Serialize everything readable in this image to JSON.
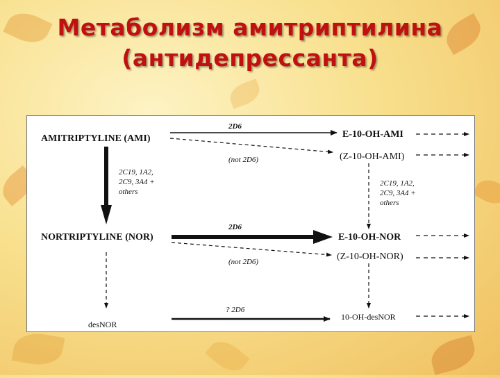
{
  "title": {
    "line1": "Метаболизм амитриптилина",
    "line2": "(антидепрессанта)"
  },
  "diagram": {
    "ami": "AMITRIPTYLINE (AMI)",
    "nor": "NORTRIPTYLINE (NOR)",
    "desnor": "desNOR",
    "e_oh_ami": "E-10-OH-AMI",
    "z_oh_ami": "(Z-10-OH-AMI)",
    "e_oh_nor": "E-10-OH-NOR",
    "z_oh_nor": "(Z-10-OH-NOR)",
    "oh_desnor": "10-OH-desNOR",
    "enzyme_2d6_top": "2D6",
    "not_2d6_top": "(not 2D6)",
    "enzyme_2d6_mid": "2D6",
    "not_2d6_mid": "(not 2D6)",
    "q_2d6": "? 2D6",
    "cyp_left": [
      "2C19, 1A2,",
      "2C9, 3A4 +",
      "others"
    ],
    "cyp_right": [
      "2C19, 1A2,",
      "2C9, 3A4 +",
      "others"
    ]
  },
  "colors": {
    "title": "#c01010"
  }
}
